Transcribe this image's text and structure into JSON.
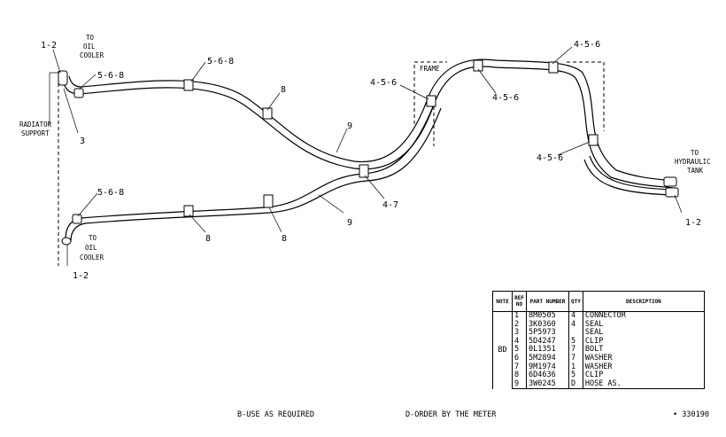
{
  "diagram": {
    "labels": {
      "to_oil_cooler_top": [
        "TO",
        "OIL",
        "COOLER"
      ],
      "to_oil_cooler_bottom": [
        "TO",
        "OIL",
        "COOLER"
      ],
      "radiator_support": [
        "RADIATOR",
        "SUPPORT"
      ],
      "frame": "FRAME",
      "to_hydraulic_tank": [
        "TO",
        "HYDRAULIC",
        "TANK"
      ]
    },
    "callouts": {
      "c_1_2_top": "1-2",
      "c_5_6_8_top_left": "5-6-8",
      "c_5_6_8_top_mid": "5-6-8",
      "c_3": "3",
      "c_8_top": "8",
      "c_9_upper": "9",
      "c_4_5_6_frame": "4-5-6",
      "c_4_5_6_mid": "4-5-6",
      "c_4_5_6_top_right": "4-5-6",
      "c_4_5_6_right": "4-5-6",
      "c_4_7": "4-7",
      "c_9_lower": "9",
      "c_5_6_8_bottom_left": "5-6-8",
      "c_8_bottom_mid": "8",
      "c_8_bottom_right": "8",
      "c_1_2_bottom": "1-2",
      "c_1_2_right": "1-2"
    }
  },
  "parts_table": {
    "headers": [
      "NOTE",
      "REF NO",
      "PART NUMBER",
      "QTY",
      "DESCRIPTION"
    ],
    "note": "BD",
    "rows": [
      {
        "ref": "1",
        "part": "8M0505",
        "qty": "4",
        "desc": "CONNECTOR"
      },
      {
        "ref": "2",
        "part": "3K0360",
        "qty": "4",
        "desc": "SEAL"
      },
      {
        "ref": "3",
        "part": "5P5973",
        "qty": "",
        "desc": "SEAL"
      },
      {
        "ref": "4",
        "part": "5D4247",
        "qty": "5",
        "desc": "CLIP"
      },
      {
        "ref": "5",
        "part": "0L1351",
        "qty": "7",
        "desc": "BOLT"
      },
      {
        "ref": "6",
        "part": "5M2894",
        "qty": "7",
        "desc": "WASHER"
      },
      {
        "ref": "7",
        "part": "9M1974",
        "qty": "1",
        "desc": "WASHER"
      },
      {
        "ref": "8",
        "part": "6D4636",
        "qty": "5",
        "desc": "CLIP"
      },
      {
        "ref": "9",
        "part": "3W0245",
        "qty": "D",
        "desc": "HOSE AS."
      }
    ]
  },
  "footer": {
    "b_note": "B-USE AS REQUIRED",
    "d_note": "D-ORDER BY THE METER",
    "drawing_number": "330190",
    "bullet": "•"
  }
}
